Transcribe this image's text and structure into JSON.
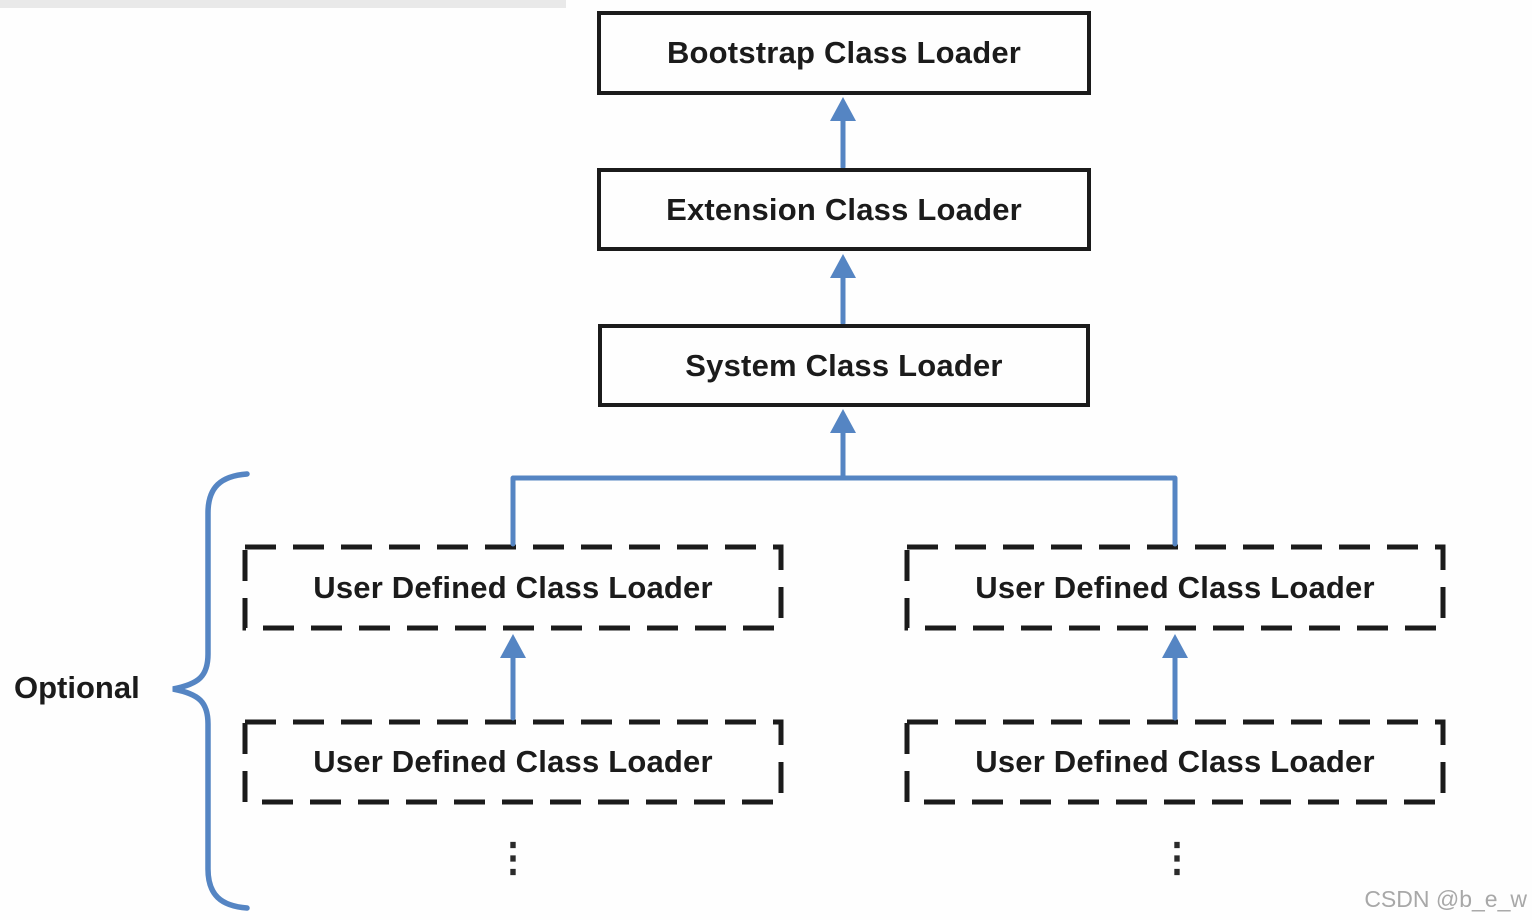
{
  "diagram_type": "class-loader-hierarchy",
  "nodes": {
    "bootstrap": "Bootstrap Class Loader",
    "extension": "Extension Class Loader",
    "system": "System Class Loader",
    "user_defined": [
      "User Defined Class Loader",
      "User Defined Class Loader",
      "User Defined Class Loader",
      "User Defined Class Loader"
    ]
  },
  "edges": [
    {
      "from": "Extension Class Loader",
      "to": "Bootstrap Class Loader"
    },
    {
      "from": "System Class Loader",
      "to": "Extension Class Loader"
    },
    {
      "from": "User Defined Class Loader (left top)",
      "to": "System Class Loader"
    },
    {
      "from": "User Defined Class Loader (right top)",
      "to": "System Class Loader"
    },
    {
      "from": "User Defined Class Loader (left bottom)",
      "to": "User Defined Class Loader (left top)"
    },
    {
      "from": "User Defined Class Loader (right bottom)",
      "to": "User Defined Class Loader (right top)"
    }
  ],
  "annotations": {
    "optional_label": "Optional",
    "ellipsis": "⋮",
    "watermark": "CSDN @b_e_w"
  },
  "colors": {
    "connector_blue": "#5585c3",
    "box_border_black": "#1b1b1b",
    "watermark_gray": "#a8a8a8"
  }
}
